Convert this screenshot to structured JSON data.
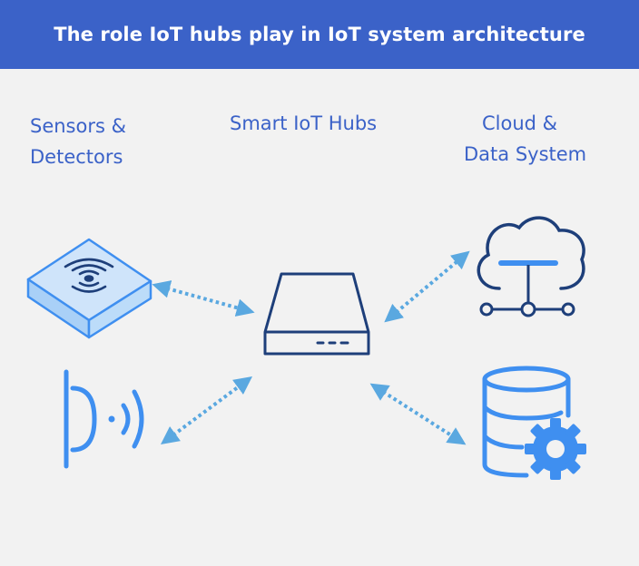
{
  "header": {
    "title": "The role IoT hubs play in IoT system architecture"
  },
  "columns": {
    "sensors": {
      "line1": "Sensors &",
      "line2": "Detectors"
    },
    "hubs": {
      "line1": "Smart IoT Hubs"
    },
    "cloud": {
      "line1": "Cloud &",
      "line2": "Data System"
    }
  },
  "icons": [
    "wireless-sensor-box-icon",
    "signal-detector-icon",
    "iot-hub-device-icon",
    "cloud-network-icon",
    "database-gear-icon"
  ],
  "colors": {
    "header": "#3b62c8",
    "icon_light": "#3f8ff0",
    "icon_dark": "#1e3f7a",
    "arrow": "#5aa8e0",
    "background": "#f2f2f2"
  }
}
